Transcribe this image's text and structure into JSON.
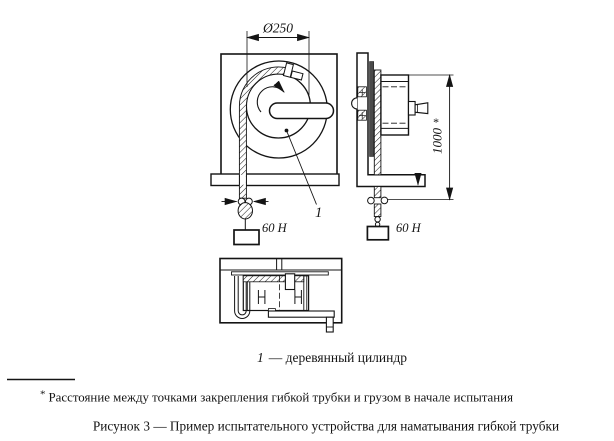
{
  "dimensions": {
    "diameter": "Ø250",
    "height": "1000",
    "height_note_marker": "*"
  },
  "loads": {
    "front": "60 Н",
    "side": "60 Н"
  },
  "callout": {
    "number": "1"
  },
  "legend": {
    "number": "1",
    "rest": "— деревянный цилиндр"
  },
  "footnote": {
    "marker": "*",
    "text": "Расстояние между точками закрепления гибкой трубки и грузом в начале испытания"
  },
  "caption": {
    "text": "Рисунок 3 — Пример испытательного устройства для наматывания гибкой трубки"
  },
  "colors": {
    "line": "#141414",
    "background": "#ffffff",
    "backing_bar": "#4a4a4a"
  }
}
